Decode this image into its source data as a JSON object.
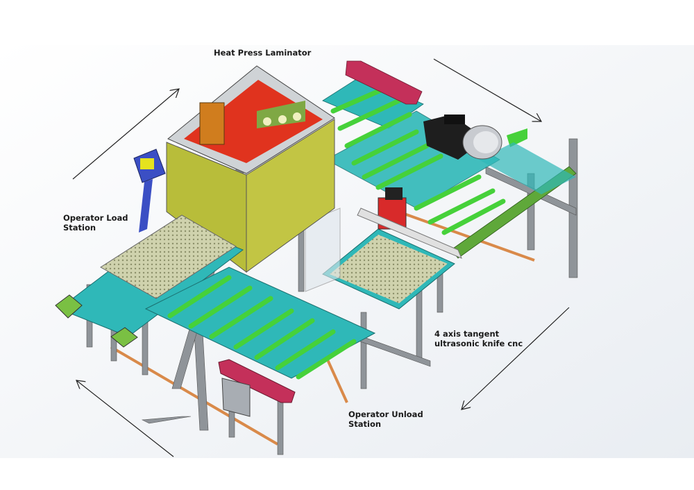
{
  "labels": {
    "heat_press": "Heat Press Laminator",
    "load_station_line1": "Operator Load",
    "load_station_line2": "Station",
    "cnc_line1": "4 axis tangent",
    "cnc_line2": "ultrasonic knife cnc",
    "unload_station_line1": "Operator Unload",
    "unload_station_line2": "Station"
  },
  "colors": {
    "frame": "#2fb8b8",
    "roller": "#46d13a",
    "laminator": "#b8bd3a",
    "laminator_interior": "#e0331e",
    "cap": "#c4305a",
    "aluminum": "#8f9499",
    "table": "#c9cca6",
    "motor": "#1e1e1e",
    "arrow": "#222222"
  }
}
